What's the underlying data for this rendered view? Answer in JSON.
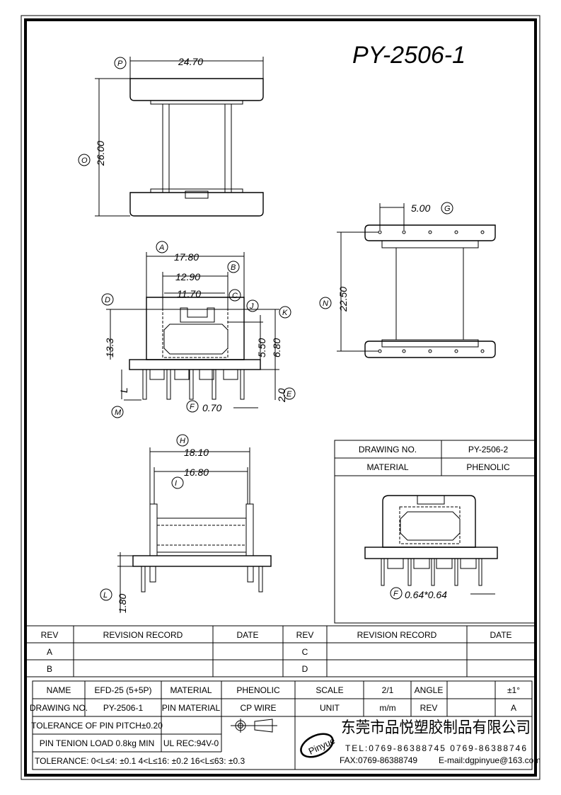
{
  "title": "PY-2506-1",
  "dimensions": {
    "top_view": {
      "P_label": "P",
      "P": "24.70",
      "O_label": "O",
      "O": "26.00"
    },
    "front_view": {
      "A_label": "A",
      "A": "17.80",
      "B_label": "B",
      "B": "12.90",
      "C_label": "C",
      "C": "11.70",
      "D_label": "D",
      "D": "13.3",
      "J_label": "J",
      "J": "5.50",
      "K_label": "K",
      "K": "6.80",
      "E_label": "E",
      "E": "2.0",
      "F_label": "F",
      "F": "0.70",
      "L": "L",
      "M_label": "M"
    },
    "right_view": {
      "G_label": "G",
      "G": "5.00",
      "N_label": "N",
      "N": "22.50"
    },
    "side_view": {
      "H_label": "H",
      "H": "18.10",
      "I_label": "I",
      "I": "16.80",
      "L_label": "L",
      "L": "1.80"
    },
    "inset_view": {
      "F_label": "F",
      "F": "0.64*0.64"
    }
  },
  "inset_table": {
    "drawing_no_label": "DRAWING NO.",
    "drawing_no": "PY-2506-2",
    "material_label": "MATERIAL",
    "material": "PHENOLIC"
  },
  "revision": {
    "headers": [
      "REV",
      "REVISION RECORD",
      "DATE",
      "REV",
      "REVISION RECORD",
      "DATE"
    ],
    "rows": [
      [
        "A",
        "",
        "",
        "C",
        "",
        ""
      ],
      [
        "B",
        "",
        "",
        "D",
        "",
        ""
      ]
    ]
  },
  "title_block": {
    "name_label": "NAME",
    "name": "EFD-25 (5+5P)",
    "material_label": "MATERIAL",
    "material": "PHENOLIC",
    "scale_label": "SCALE",
    "scale": "2/1",
    "angle_label": "ANGLE",
    "angle": "±1°",
    "drawing_no_label": "DRAWING NO.",
    "drawing_no": "PY-2506-1",
    "pin_material_label": "PIN MATERIAL",
    "pin_material": "CP WIRE",
    "unit_label": "UNIT",
    "unit": "m/m",
    "rev_label": "REV",
    "rev": "A",
    "pin_pitch_tol": "TOLERANCE OF PIN PITCH±0.20",
    "pin_load": "PIN TENION LOAD 0.8kg MIN",
    "ul": "UL REC:94V-0",
    "tolerance": "TOLERANCE: 0<L≤4: ±0.1   4<L≤16: ±0.2   16<L≤63: ±0.3",
    "company": "东莞市品悦塑胶制品有限公司",
    "logo": "Pinyue",
    "tel": "TEL:0769-86388745    0769-86388746",
    "fax": "FAX:0769-86388749",
    "email": "E-mail:dgpinyue@163.com"
  }
}
